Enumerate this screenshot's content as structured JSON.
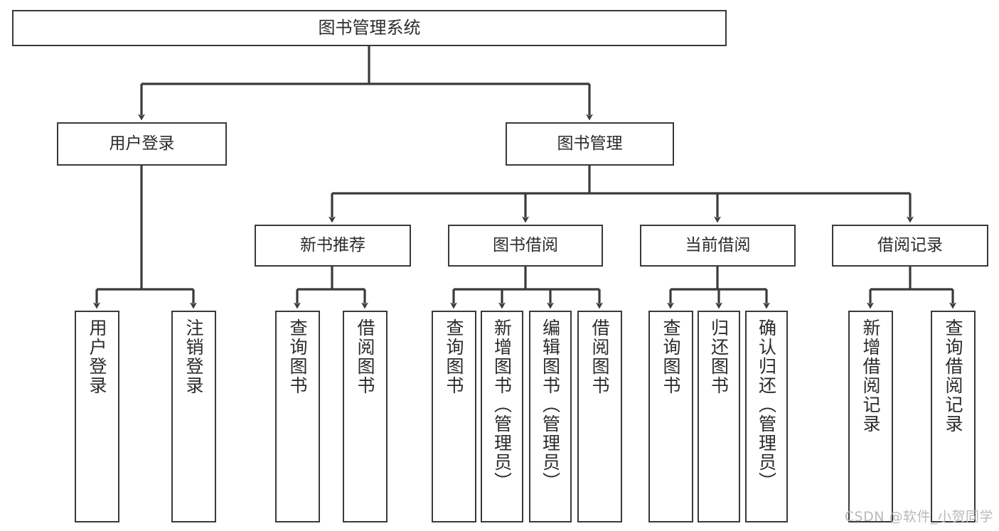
{
  "diagram": {
    "type": "tree",
    "title": "图书管理系统",
    "watermark": "CSDN @软件_小贺同学",
    "colors": {
      "background": "#ffffff",
      "node_border": "#3a3a3a",
      "node_fill": "#ffffff",
      "edge": "#3a3a3a",
      "text": "#2b2b2b",
      "watermark": "#b9b9b9"
    },
    "levels": {
      "root": {
        "label": "图书管理系统"
      },
      "level1": [
        {
          "label": "用户登录"
        },
        {
          "label": "图书管理"
        }
      ],
      "level2": [
        {
          "label": "新书推荐",
          "parent": "图书管理"
        },
        {
          "label": "图书借阅",
          "parent": "图书管理"
        },
        {
          "label": "当前借阅",
          "parent": "图书管理"
        },
        {
          "label": "借阅记录",
          "parent": "图书管理"
        }
      ],
      "leaves": [
        {
          "label": "用户登录",
          "parent": "用户登录"
        },
        {
          "label": "注销登录",
          "parent": "用户登录"
        },
        {
          "label": "查询图书",
          "parent": "新书推荐"
        },
        {
          "label": "借阅图书",
          "parent": "新书推荐"
        },
        {
          "label": "查询图书",
          "parent": "图书借阅"
        },
        {
          "label": "新增图书（管理员）",
          "parent": "图书借阅"
        },
        {
          "label": "编辑图书（管理员）",
          "parent": "图书借阅"
        },
        {
          "label": "借阅图书",
          "parent": "图书借阅"
        },
        {
          "label": "查询图书",
          "parent": "当前借阅"
        },
        {
          "label": "归还图书",
          "parent": "当前借阅"
        },
        {
          "label": "确认归还（管理员）",
          "parent": "当前借阅"
        },
        {
          "label": "新增借阅记录",
          "parent": "借阅记录"
        },
        {
          "label": "查询借阅记录",
          "parent": "借阅记录"
        }
      ]
    }
  }
}
